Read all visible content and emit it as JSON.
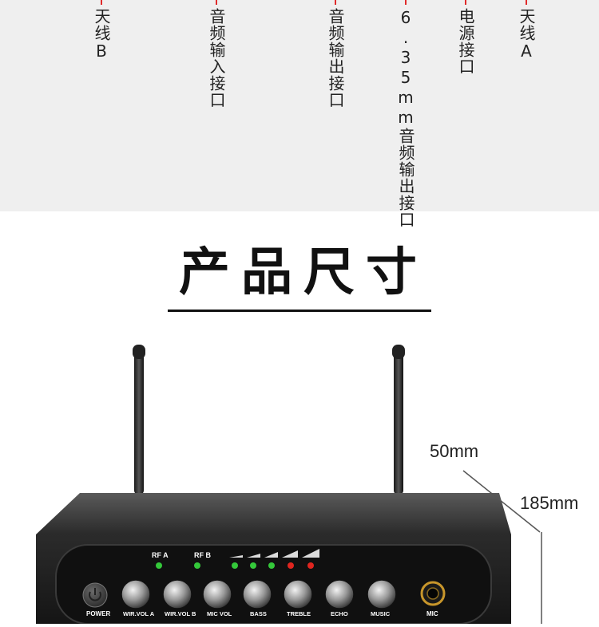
{
  "ports": [
    {
      "id": "antenna-b",
      "label": "天线B"
    },
    {
      "id": "audio-in",
      "label": "音频输入接口"
    },
    {
      "id": "audio-out",
      "label": "音频输出接口"
    },
    {
      "id": "jack-635",
      "label": "6.35mm音频输出接口"
    },
    {
      "id": "power",
      "label": "电源接口"
    },
    {
      "id": "antenna-a",
      "label": "天线A"
    }
  ],
  "heading": "产品尺寸",
  "dimensions": {
    "depth": "50mm",
    "height": "185mm"
  },
  "panel": {
    "rf_a": "RF A",
    "rf_b": "RF B",
    "power": "POWER",
    "wirvol_a": "WIR.VOL A",
    "wirvol_b": "WIR.VOL B",
    "mic_vol": "MIC VOL",
    "bass": "BASS",
    "treble": "TREBLE",
    "echo": "ECHO",
    "music": "MUSIC",
    "mic": "MIC"
  },
  "colors": {
    "led_green": "#34c83a",
    "led_red": "#e0251f",
    "accent_tick": "#e02a2a"
  }
}
